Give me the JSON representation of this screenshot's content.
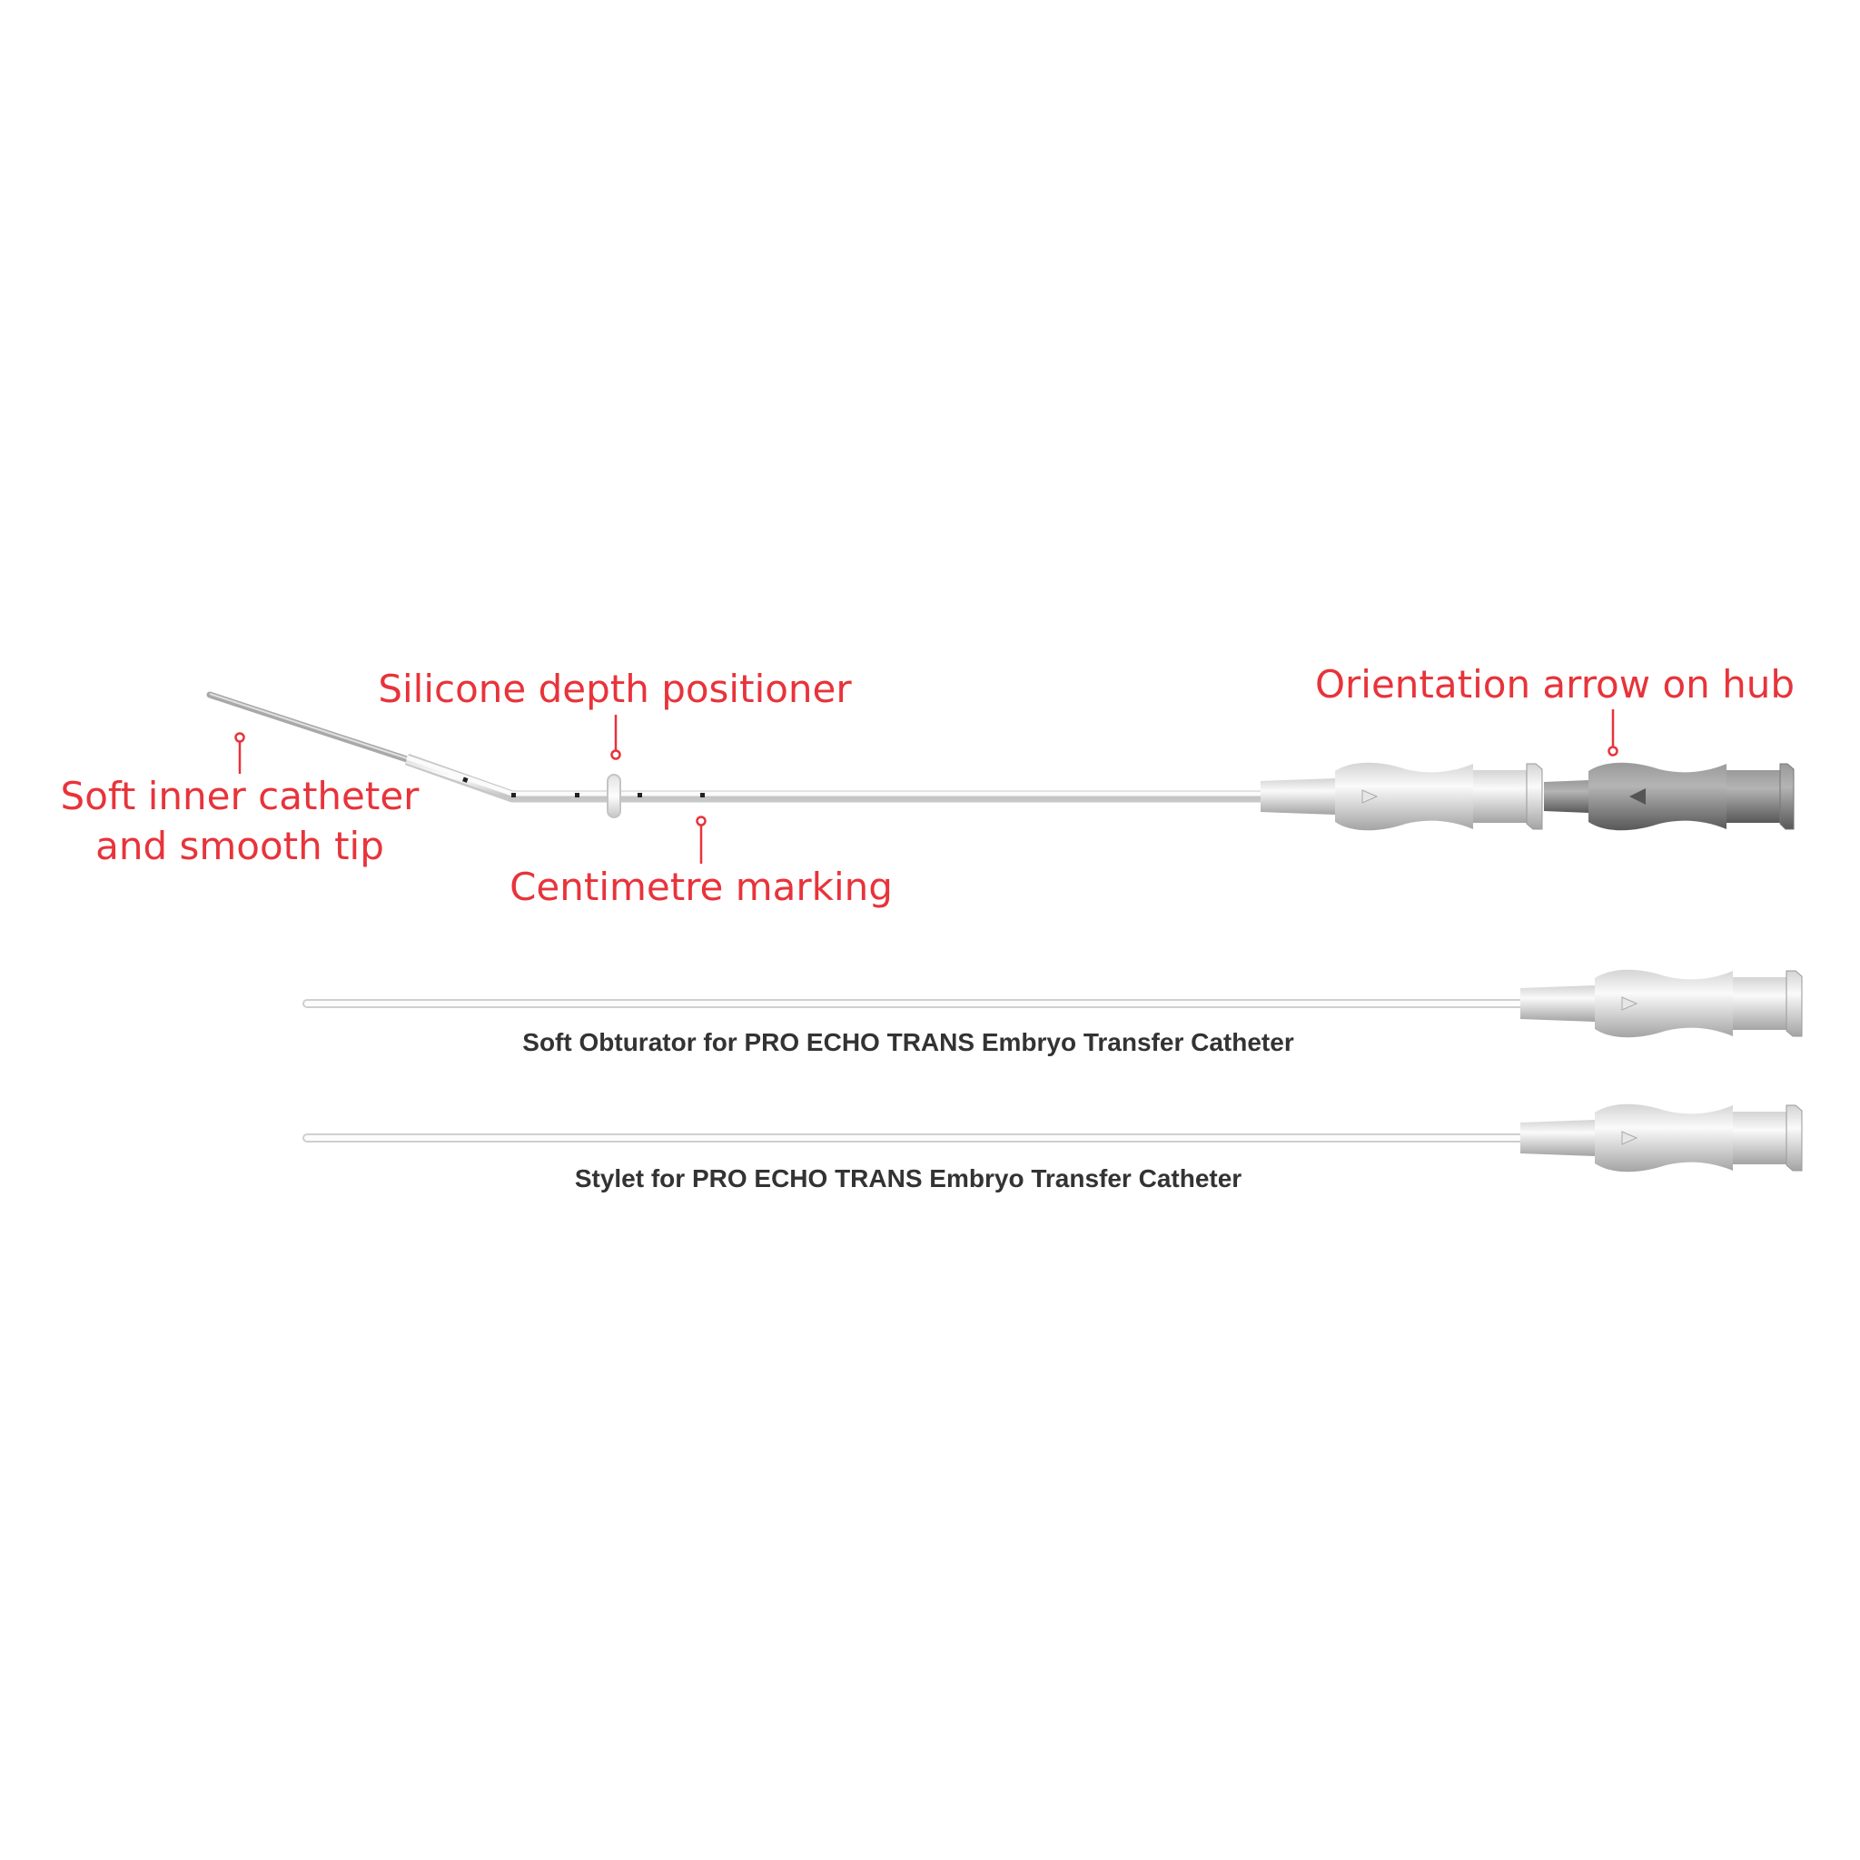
{
  "colors": {
    "accent": "#e8333a",
    "caption": "#333333"
  },
  "labels": {
    "soft_tip_line1": "Soft inner catheter",
    "soft_tip_line2": "and smooth tip",
    "silicone": "Silicone depth positioner",
    "centimetre": "Centimetre marking",
    "orientation": "Orientation arrow on hub"
  },
  "captions": {
    "obturator": "Soft Obturator for PRO ECHO TRANS Embryo Transfer Catheter",
    "stylet": "Stylet for PRO ECHO TRANS Embryo Transfer Catheter"
  }
}
